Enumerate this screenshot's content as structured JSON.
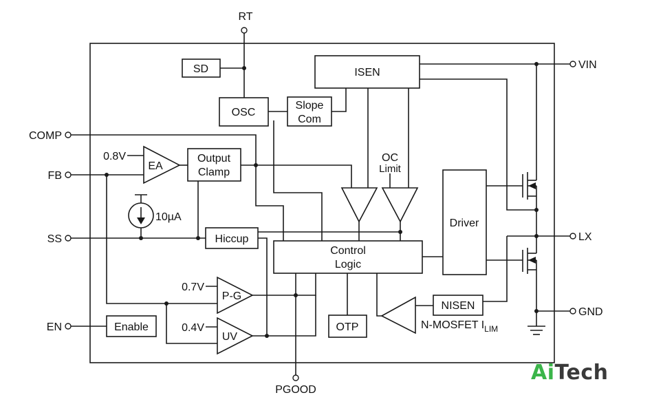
{
  "pins": {
    "rt": "RT",
    "vin": "VIN",
    "comp": "COMP",
    "fb": "FB",
    "ss": "SS",
    "lx": "LX",
    "gnd": "GND",
    "en": "EN",
    "pgood": "PGOOD"
  },
  "blocks": {
    "sd": "SD",
    "osc": "OSC",
    "slope_line1": "Slope",
    "slope_line2": "Com",
    "isen": "ISEN",
    "output_clamp_line1": "Output",
    "output_clamp_line2": "Clamp",
    "hiccup": "Hiccup",
    "control_logic_line1": "Control",
    "control_logic_line2": "Logic",
    "driver": "Driver",
    "enable": "Enable",
    "otp": "OTP",
    "nisen": "NISEN"
  },
  "amplifiers": {
    "ea": "EA",
    "pg": "P-G",
    "uv": "UV"
  },
  "labels": {
    "ref_ea": "0.8V",
    "ref_pg": "0.7V",
    "ref_uv": "0.4V",
    "current_source": "10µA",
    "oc_line1": "OC",
    "oc_line2": "Limit",
    "nmos_limit": "N-MOSFET I",
    "nmos_limit_sub": "LIM"
  },
  "logo": {
    "part1": "Ai",
    "part2": "Tech",
    "color_accent": "#3bb54a",
    "color_dark": "#3a3a3a"
  }
}
